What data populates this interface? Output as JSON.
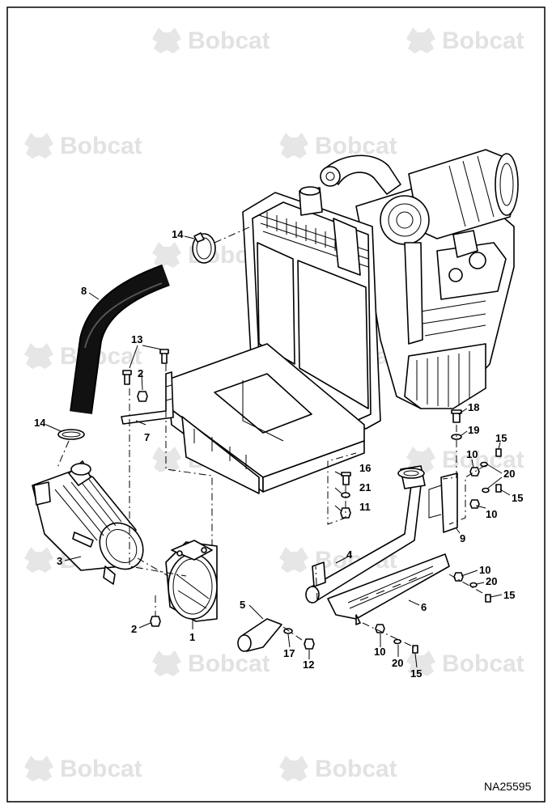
{
  "brand": {
    "watermark_text": "Bobcat",
    "watermark_mark": "®",
    "watermark_logo_icon": "bobcat-head-icon"
  },
  "drawing_ref": "NA25595",
  "callouts": [
    "14",
    "8",
    "13",
    "2",
    "7",
    "14",
    "3",
    "2",
    "1",
    "18",
    "19",
    "15",
    "10",
    "20",
    "15",
    "10",
    "9",
    "16",
    "21",
    "11",
    "4",
    "10",
    "20",
    "15",
    "6",
    "5",
    "17",
    "12",
    "10",
    "20",
    "15"
  ]
}
